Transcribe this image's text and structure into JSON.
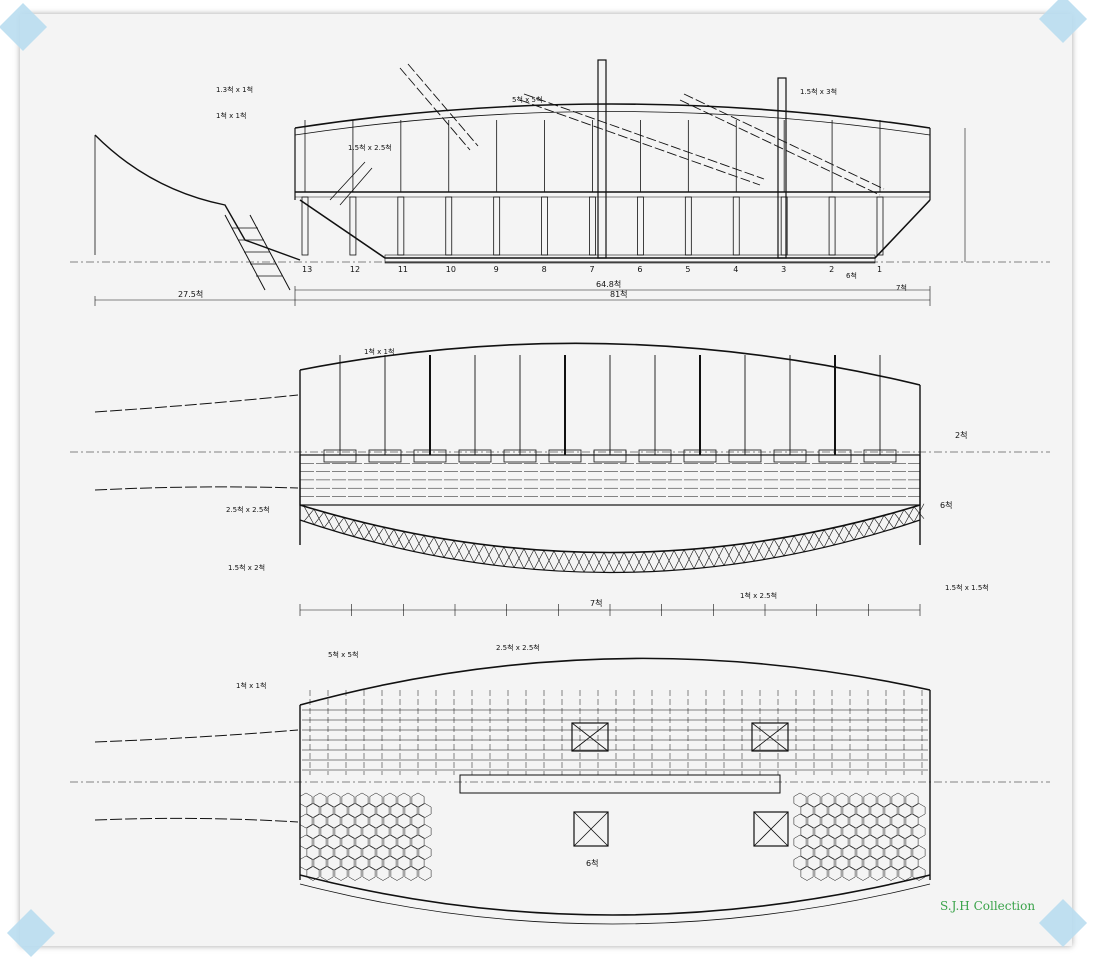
{
  "watermark": "S.J.H Collection",
  "side_view": {
    "station_numbers": [
      "13",
      "12",
      "11",
      "10",
      "9",
      "8",
      "7",
      "6",
      "5",
      "4",
      "3",
      "2",
      "1"
    ],
    "labels": {
      "a": "1.3척 x 1척",
      "b": "1척 x 1척",
      "c": "1.5척 x 2.5척",
      "d": "5척 x 5척",
      "e": "1.5척 x 3척",
      "f": "6척",
      "g": "7척"
    },
    "dims": {
      "left": "27.5척",
      "total_length": "81척",
      "sub_length": "64.8척"
    }
  },
  "section_view": {
    "dims": {
      "bay": "7척",
      "side": "6척",
      "height": "2척"
    },
    "labels": {
      "a": "1척 x 1척",
      "b": "1.5척 x 2척",
      "c": "2.5척 x 2.5척",
      "d": "1척 x 2.5척",
      "e": "1.5척 x 1.5척"
    }
  },
  "plan_view": {
    "labels": {
      "a": "5척 x 5척",
      "b": "2.5척 x 2.5척",
      "c": "1척 x 1척"
    },
    "dims": {
      "width": "6척"
    }
  },
  "colors": {
    "ink": "#111111",
    "paper": "#f4f4f4",
    "tape": "#b9ddf0",
    "watermark": "#3aa34a"
  }
}
